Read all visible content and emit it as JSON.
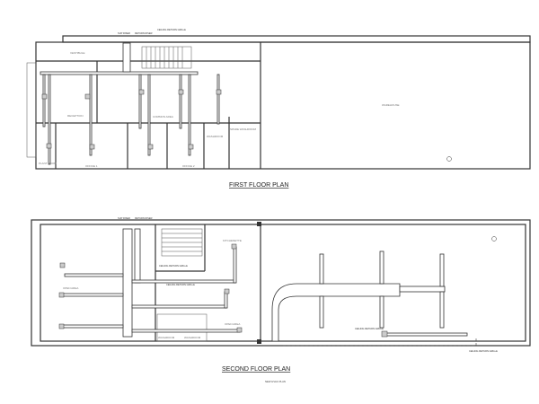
{
  "drawing": {
    "first_floor": {
      "title": "FIRST FLOOR PLAN",
      "rooms": [
        "VESTIBULE",
        "RECEPTION",
        "COMMON AREA",
        "OFFICE 1",
        "OFFICE 2",
        "WASHROOM",
        "SPARE WASHROOM",
        "WAREHOUSE",
        "PLANT ROOM"
      ],
      "notes": {
        "sup_riser": "SUP RISER",
        "return_riser": "RETURN RISER",
        "ceiling_return": "CEILING RETURN GRILLE"
      }
    },
    "second_floor": {
      "title": "SECOND FLOOR PLAN",
      "rooms": [
        "OPEN AREA",
        "OPEN AREA",
        "KITCHENETTE",
        "WASHROOM",
        "WASHROOM"
      ],
      "notes": {
        "sup_riser": "SUP RISER",
        "return_riser": "RETURN RISER",
        "ceiling_return_1": "CEILING RETURN GRILLE",
        "ceiling_return_2": "CEILING RETURN GRILLE",
        "ceiling_return_3": "CEILING RETURN GRILLE",
        "ceiling_return_4": "CEILING RETURN GRILLE"
      }
    },
    "sheet_note": "NEW HVAC PLAN"
  }
}
